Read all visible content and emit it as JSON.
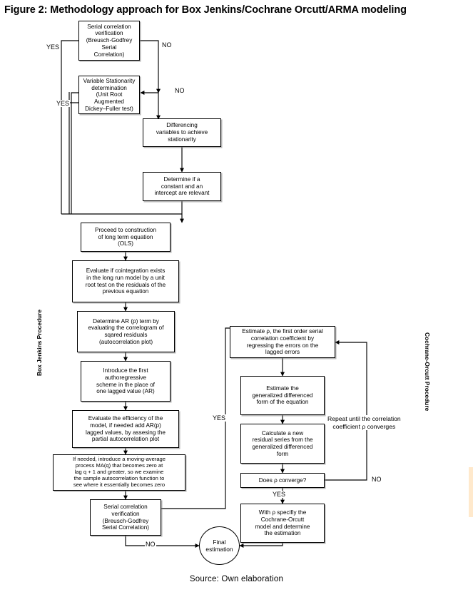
{
  "figure": {
    "title": "Figure  2: Methodology approach for Box Jenkins/Cochrane Orcutt/ARMA modeling",
    "source": "Source: Own elaboration"
  },
  "side_labels": {
    "left": "Box Jenkins Procedure",
    "right": "Cochrane-Orcutt Procedure"
  },
  "nodes": {
    "serial_top": "Serial correlation\nverification\n(Breusch-Godfrey Serial\nCorrelation)",
    "serial_top_lines": [
      "Serial correlation",
      "verification",
      "(Breusch-Godfrey Serial",
      "Correlation)"
    ],
    "stationarity": [
      "Variable Stationarity",
      "determination",
      "(Unit Root Augmented",
      "Dickey–Fuller test)"
    ],
    "differencing": [
      "Differencing",
      "variables to achieve",
      "stationarity"
    ],
    "constant": [
      "Determine if a",
      "constant and an",
      "intercept are relevant"
    ],
    "ols": [
      "Proceed to construction",
      "of long term equation",
      "(OLS)"
    ],
    "cointegration": [
      "Evaluate if cointegration exists",
      "in the long run model by a unit",
      "root test on the residuals of the",
      "previous equation"
    ],
    "ar_term": [
      "Determine AR (p) term by",
      "evaluating the correlogram of",
      "sqared residuals",
      "(autocorrelation plot)"
    ],
    "first_ar": [
      "Introduce the first",
      "authoregressive",
      "scheme in the place of",
      "one lagged value (AR)"
    ],
    "efficiency": [
      "Evaluate the efficiency of the",
      "model, if needed add AR(p)",
      "lagged values, by assesing the",
      "partial autocorrelation plot"
    ],
    "moving_average": [
      "If needed, introduce a moving-average",
      "process MA(q) that becomes zero at",
      "lag q + 1 and greater, so we examine",
      "the sample autocorrelation function to",
      "see where it essentially becomes zero"
    ],
    "serial_bottom": [
      "Serial correlation",
      "verification",
      "(Breusch-Godfrey",
      "Serial Correlation)"
    ],
    "estimate_rho": [
      "Estimate ρ, the first order serial",
      "correlation coefficient by",
      "regressing the errors on the",
      "lagged errors"
    ],
    "generalized_diff": [
      "Estimate the",
      "generalized differenced",
      "form of the equation"
    ],
    "new_residual": [
      "Calculate a new",
      "residual series from the",
      "generalized differenced",
      "form"
    ],
    "does_converge": [
      "Does ρ converge?"
    ],
    "with_rho": [
      "With ρ specifiy the",
      "Cochrane-Orcutt",
      "model and determine",
      "the estimation"
    ],
    "final": [
      "Final",
      "estimation"
    ]
  },
  "edge_labels": {
    "yes_top": "YES",
    "no_top": "NO",
    "no_mid": "NO",
    "yes_mid": "YES",
    "yes_serial_bottom": "YES",
    "no_serial_bottom": "NO",
    "yes_converge": "YES",
    "no_converge": "NO"
  },
  "annotations": {
    "repeat": [
      "Repeat until the correlation",
      "coefficient ρ converges"
    ]
  },
  "colors": {
    "line": "#000000",
    "box_fill": "#ffffff",
    "shadow": "#787878",
    "page": "#ffffff",
    "edge_patch": "#ffe9cc"
  }
}
